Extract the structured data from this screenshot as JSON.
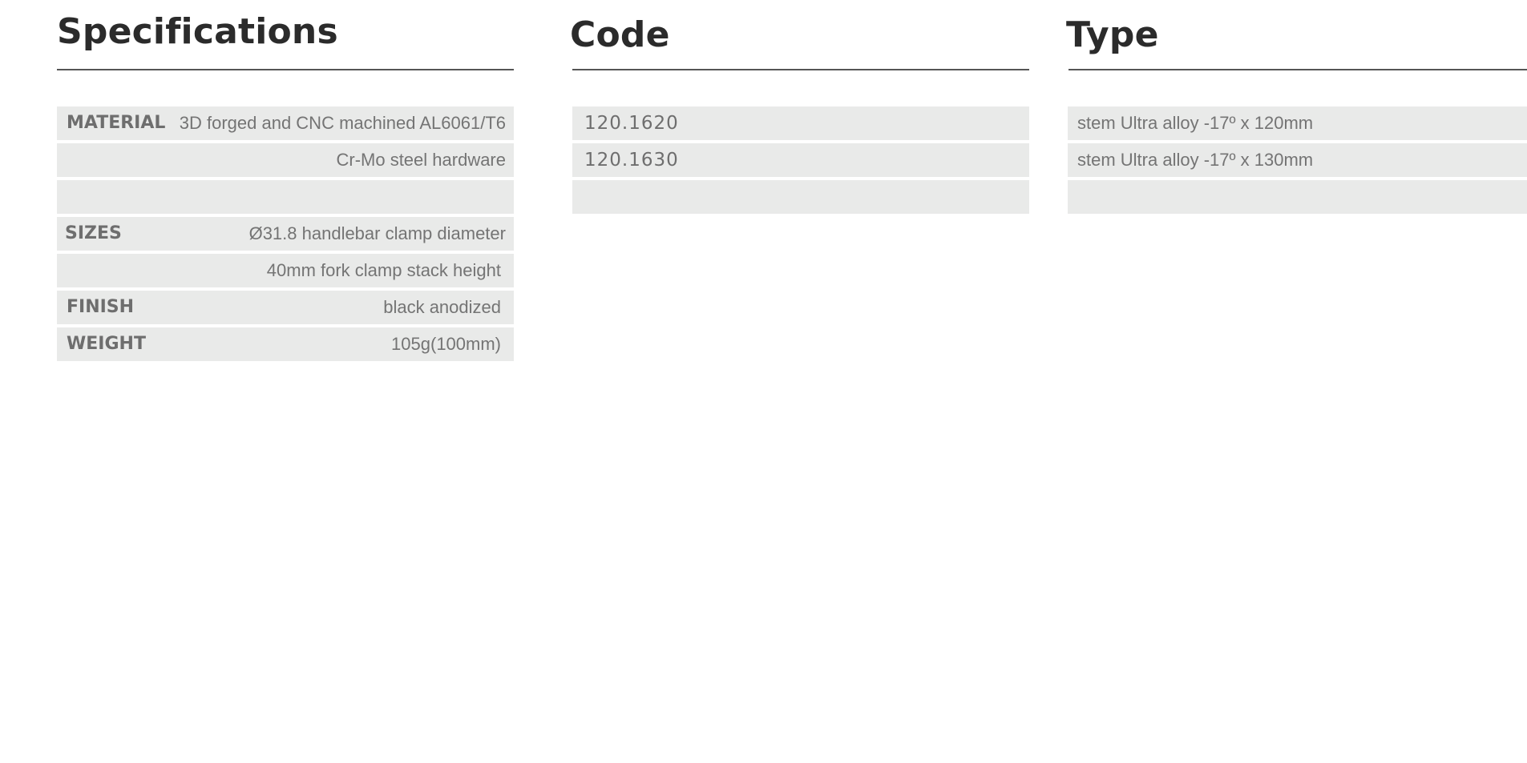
{
  "specifications": {
    "title": "Specifications",
    "rows": [
      {
        "label": "MATERIAL",
        "value": "3D forged and CNC machined AL6061/T6"
      },
      {
        "label": "",
        "value": "Cr-Mo steel hardware"
      },
      {
        "label": "",
        "value": ""
      },
      {
        "label": "SIZES",
        "value": "Ø31.8 handlebar clamp diameter"
      },
      {
        "label": "",
        "value": "40mm fork clamp stack height"
      },
      {
        "label": "FINISH",
        "value": "black anodized"
      },
      {
        "label": "WEIGHT",
        "value": "105g(100mm)"
      }
    ]
  },
  "code": {
    "title": "Code",
    "rows": [
      "120.1620",
      "120.1630",
      ""
    ]
  },
  "type": {
    "title": "Type",
    "rows": [
      "stem Ultra alloy -17º x 120mm",
      "stem Ultra alloy -17º x 130mm",
      ""
    ]
  },
  "colors": {
    "heading": "#2b2b2b",
    "row_background": "#e9eae9",
    "text": "#747474",
    "rule": "#555555"
  }
}
